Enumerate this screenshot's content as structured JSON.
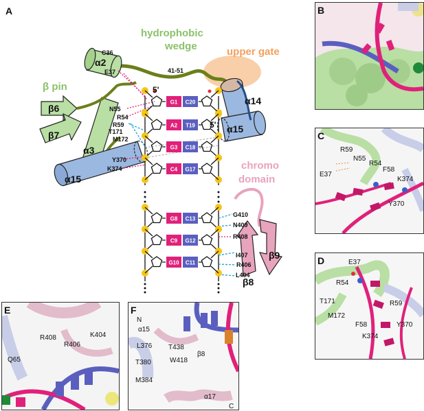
{
  "panelA": {
    "label": "A",
    "hydrophobic_wedge": [
      "hydrophobic",
      "wedge"
    ],
    "upper_gate": "upper gate",
    "beta_pin": "β pin",
    "chromo_domain": [
      "chromo",
      "domain"
    ],
    "helices": {
      "a2": "α2",
      "a3": "α3",
      "a14": "α14",
      "a15_left": "α15",
      "a15_right": "α15"
    },
    "strands": {
      "b6": "β6",
      "b7": "β7",
      "b8": "β8",
      "b9": "β9"
    },
    "residues": {
      "c36": "C36",
      "e37": "E37",
      "loop": "41-51",
      "n55": "N55",
      "r54": "R54",
      "r59": "R59",
      "t171": "T171",
      "m172": "M172",
      "y370": "Y370",
      "k374": "K374",
      "g410": "G410",
      "n409": "N409",
      "r408": "R408",
      "i407": "I407",
      "r406": "R406",
      "l404": "L404"
    },
    "five_prime_left": "5'",
    "five_prime_right": "5'",
    "base_pairs": [
      [
        "G1",
        "C20"
      ],
      [
        "A2",
        "T19"
      ],
      [
        "G3",
        "C18"
      ],
      [
        "C4",
        "G17"
      ],
      [
        "G8",
        "C13"
      ],
      [
        "C9",
        "G12"
      ],
      [
        "G10",
        "C11"
      ]
    ]
  },
  "panelB": {
    "label": "B"
  },
  "panelC": {
    "label": "C",
    "residues": [
      "R59",
      "N55",
      "R54",
      "F58",
      "E37",
      "K374",
      "Y370"
    ]
  },
  "panelD": {
    "label": "D",
    "residues": [
      "E37",
      "R54",
      "T171",
      "R59",
      "M172",
      "F58",
      "Y370",
      "K374"
    ]
  },
  "panelE": {
    "label": "E",
    "residues": [
      "R408",
      "R406",
      "K404",
      "Q65"
    ]
  },
  "panelF": {
    "label": "F",
    "residues": [
      "N",
      "α15",
      "L376",
      "T438",
      "β8",
      "T380",
      "W418",
      "M384",
      "α17",
      "C"
    ]
  },
  "colors": {
    "green": "#b9dfa4",
    "green_dark": "#6b7f1a",
    "blue": "#9bb8e0",
    "pink": "#e8a3bd",
    "magenta": "#e0217a",
    "purple": "#5a5fbf",
    "orange": "#f7c79a",
    "yellow": "#f5c518",
    "cyan": "#1ba3d9"
  }
}
